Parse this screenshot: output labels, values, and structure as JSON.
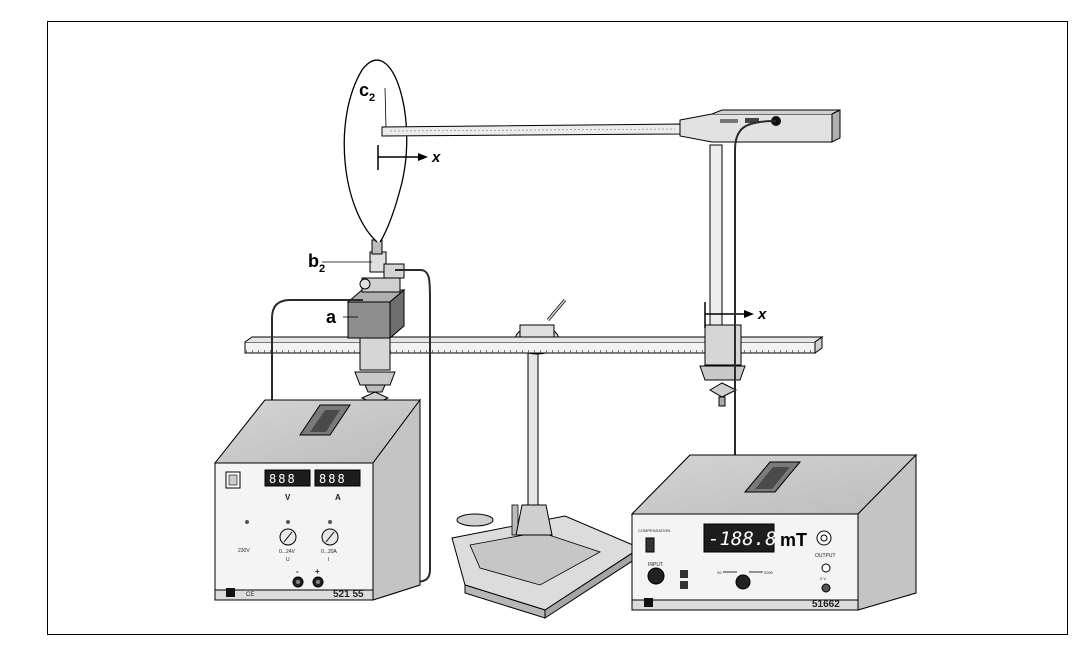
{
  "labels": {
    "c": "c",
    "c_sub": "2",
    "b": "b",
    "b_sub": "2",
    "a": "a",
    "x_axis_1": "x",
    "x_axis_2": "x"
  },
  "power_supply": {
    "model": "521 55",
    "display_v": "888",
    "display_a": "888",
    "unit_v": "V",
    "unit_a": "A",
    "mains": "230V",
    "range_v": "0...24V",
    "range_a": "0...20A",
    "sub_v": "U",
    "sub_a": "I",
    "minus": "-",
    "plus": "+",
    "ce": "CE"
  },
  "teslameter": {
    "model": "51662",
    "reading": "-188.8",
    "unit": "mT",
    "compensation": "COMPENSATION",
    "input": "INPUT",
    "output": "OUTPUT",
    "range_low": "20",
    "range_high": "2000",
    "out_volt": "2 V"
  },
  "colors": {
    "ink": "#000000",
    "gray_light": "#e2e2e2",
    "gray_mid": "#c8c8c8",
    "gray_dark": "#8c8c8c",
    "cable": "#2a2a2a"
  }
}
